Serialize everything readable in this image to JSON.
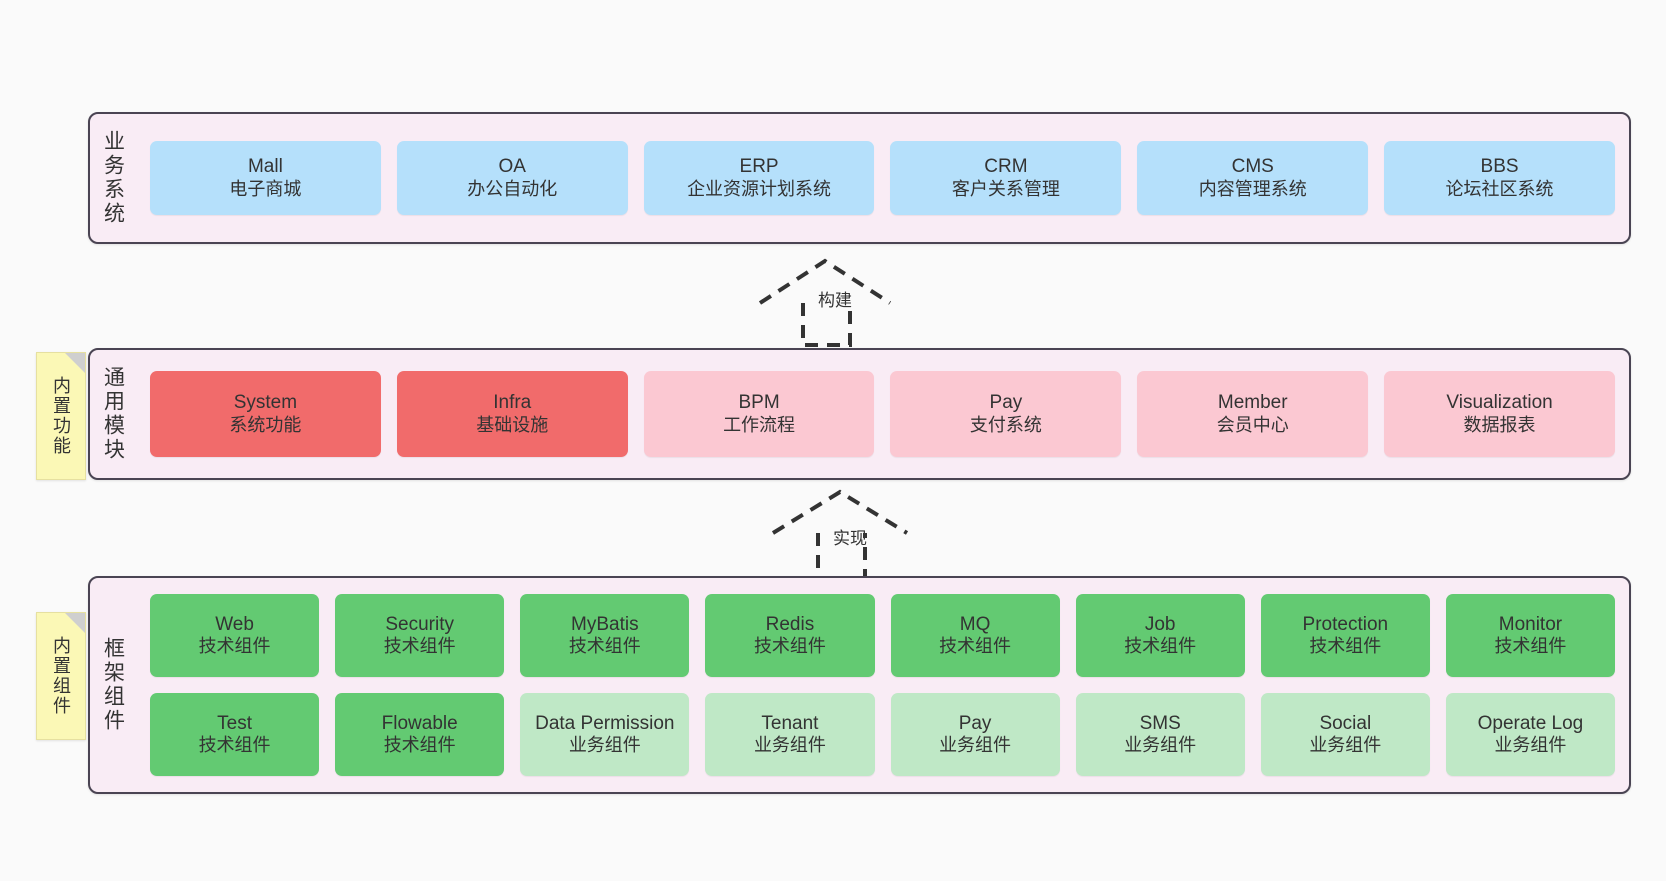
{
  "diagram": {
    "background_color": "#fafafa",
    "panel_background": "#f9ecf5",
    "panel_border": "#4a4453"
  },
  "layers": [
    {
      "id": "business",
      "label": "业务系统",
      "card_color": "#b5e0fb",
      "rows": [
        {
          "cards": [
            {
              "title": "Mall",
              "subtitle": "电子商城",
              "tone": "blue"
            },
            {
              "title": "OA",
              "subtitle": "办公自动化",
              "tone": "blue"
            },
            {
              "title": "ERP",
              "subtitle": "企业资源计划系统",
              "tone": "blue"
            },
            {
              "title": "CRM",
              "subtitle": "客户关系管理",
              "tone": "blue"
            },
            {
              "title": "CMS",
              "subtitle": "内容管理系统",
              "tone": "blue"
            },
            {
              "title": "BBS",
              "subtitle": "论坛社区系统",
              "tone": "blue"
            }
          ]
        }
      ]
    },
    {
      "id": "common",
      "label": "通用模块",
      "rows": [
        {
          "cards": [
            {
              "title": "System",
              "subtitle": "系统功能",
              "tone": "red"
            },
            {
              "title": "Infra",
              "subtitle": "基础设施",
              "tone": "red"
            },
            {
              "title": "BPM",
              "subtitle": "工作流程",
              "tone": "pink"
            },
            {
              "title": "Pay",
              "subtitle": "支付系统",
              "tone": "pink"
            },
            {
              "title": "Member",
              "subtitle": "会员中心",
              "tone": "pink"
            },
            {
              "title": "Visualization",
              "subtitle": "数据报表",
              "tone": "pink"
            }
          ]
        }
      ]
    },
    {
      "id": "framework",
      "label": "框架组件",
      "rows": [
        {
          "cards": [
            {
              "title": "Web",
              "subtitle": "技术组件",
              "tone": "green"
            },
            {
              "title": "Security",
              "subtitle": "技术组件",
              "tone": "green"
            },
            {
              "title": "MyBatis",
              "subtitle": "技术组件",
              "tone": "green"
            },
            {
              "title": "Redis",
              "subtitle": "技术组件",
              "tone": "green"
            },
            {
              "title": "MQ",
              "subtitle": "技术组件",
              "tone": "green"
            },
            {
              "title": "Job",
              "subtitle": "技术组件",
              "tone": "green"
            },
            {
              "title": "Protection",
              "subtitle": "技术组件",
              "tone": "green"
            },
            {
              "title": "Monitor",
              "subtitle": "技术组件",
              "tone": "green"
            }
          ]
        },
        {
          "cards": [
            {
              "title": "Test",
              "subtitle": "技术组件",
              "tone": "green"
            },
            {
              "title": "Flowable",
              "subtitle": "技术组件",
              "tone": "green"
            },
            {
              "title": "Data Permission",
              "subtitle": "业务组件",
              "tone": "lightgreen"
            },
            {
              "title": "Tenant",
              "subtitle": "业务组件",
              "tone": "lightgreen"
            },
            {
              "title": "Pay",
              "subtitle": "业务组件",
              "tone": "lightgreen"
            },
            {
              "title": "SMS",
              "subtitle": "业务组件",
              "tone": "lightgreen"
            },
            {
              "title": "Social",
              "subtitle": "业务组件",
              "tone": "lightgreen"
            },
            {
              "title": "Operate Log",
              "subtitle": "业务组件",
              "tone": "lightgreen"
            }
          ]
        }
      ]
    }
  ],
  "sticky_notes": [
    {
      "id": "builtin-function",
      "label": "内置功能",
      "color": "#fbf8b6"
    },
    {
      "id": "builtin-component",
      "label": "内置组件",
      "color": "#fbf8b6"
    }
  ],
  "connectors": [
    {
      "id": "build",
      "label": "构建",
      "style": "dashed-hollow-triangle",
      "direction": "up"
    },
    {
      "id": "implement",
      "label": "实现",
      "style": "dashed-hollow-triangle",
      "direction": "up"
    }
  ],
  "palette": {
    "blue": "#b5e0fb",
    "red": "#f16b6b",
    "pink": "#fbc8d2",
    "green": "#63ca72",
    "lightgreen": "#bfe8c6",
    "sticky_yellow": "#fbf8b6",
    "panel_pink": "#f9ecf5",
    "border_dark": "#4a4453"
  }
}
